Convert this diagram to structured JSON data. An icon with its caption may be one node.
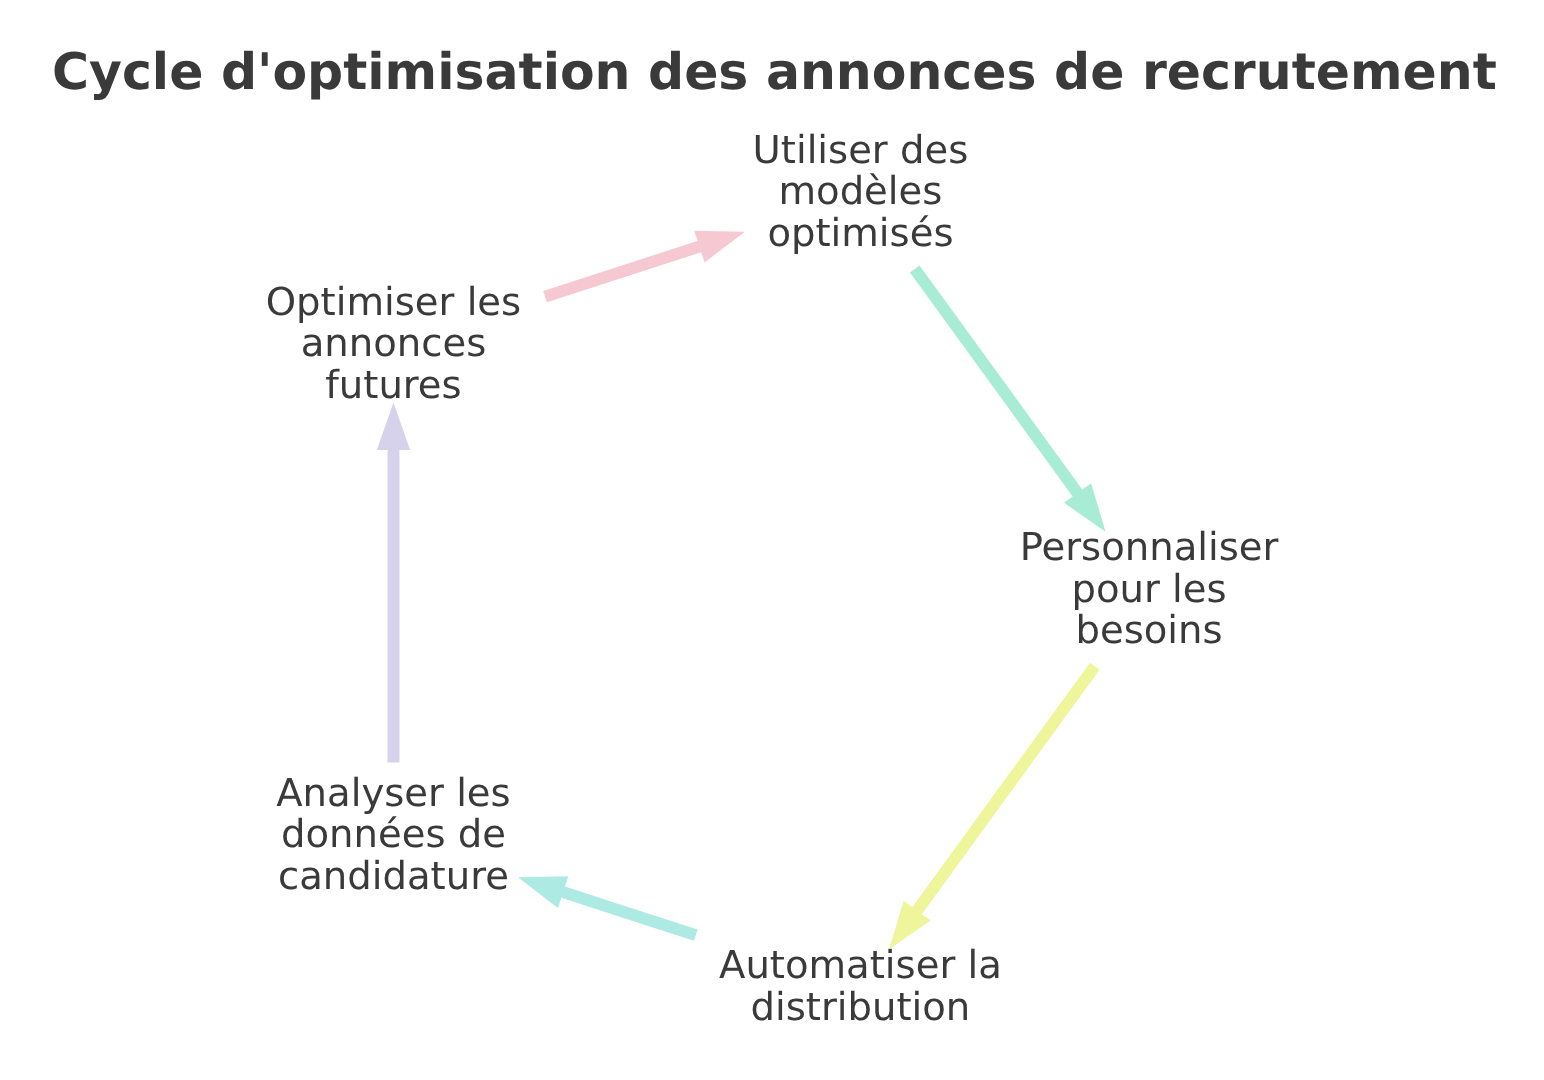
{
  "diagram": {
    "title": "Cycle d'optimisation des annonces de recrutement",
    "nodes": [
      {
        "text": [
          "Utiliser des modèles optimisés"
        ]
      },
      {
        "text": [
          "Personnaliser pour les besoins"
        ]
      },
      {
        "text": [
          "Automatiser la distribution"
        ]
      },
      {
        "text": [
          "Analyser les données de candidature"
        ]
      },
      {
        "text": [
          "Optimiser les annonces futures"
        ]
      }
    ],
    "edges": [
      {
        "from": 0,
        "to": 1,
        "arrow": "to",
        "color": "#a8ecd6"
      },
      {
        "from": 1,
        "to": 2,
        "arrow": "to",
        "color": "#eef59a"
      },
      {
        "from": 2,
        "to": 3,
        "arrow": "to",
        "color": "#aeeae4"
      },
      {
        "from": 3,
        "to": 4,
        "arrow": "to",
        "color": "#d6d2ec"
      },
      {
        "from": 4,
        "to": 0,
        "arrow": "to",
        "color": "#f6c8d2"
      }
    ]
  }
}
